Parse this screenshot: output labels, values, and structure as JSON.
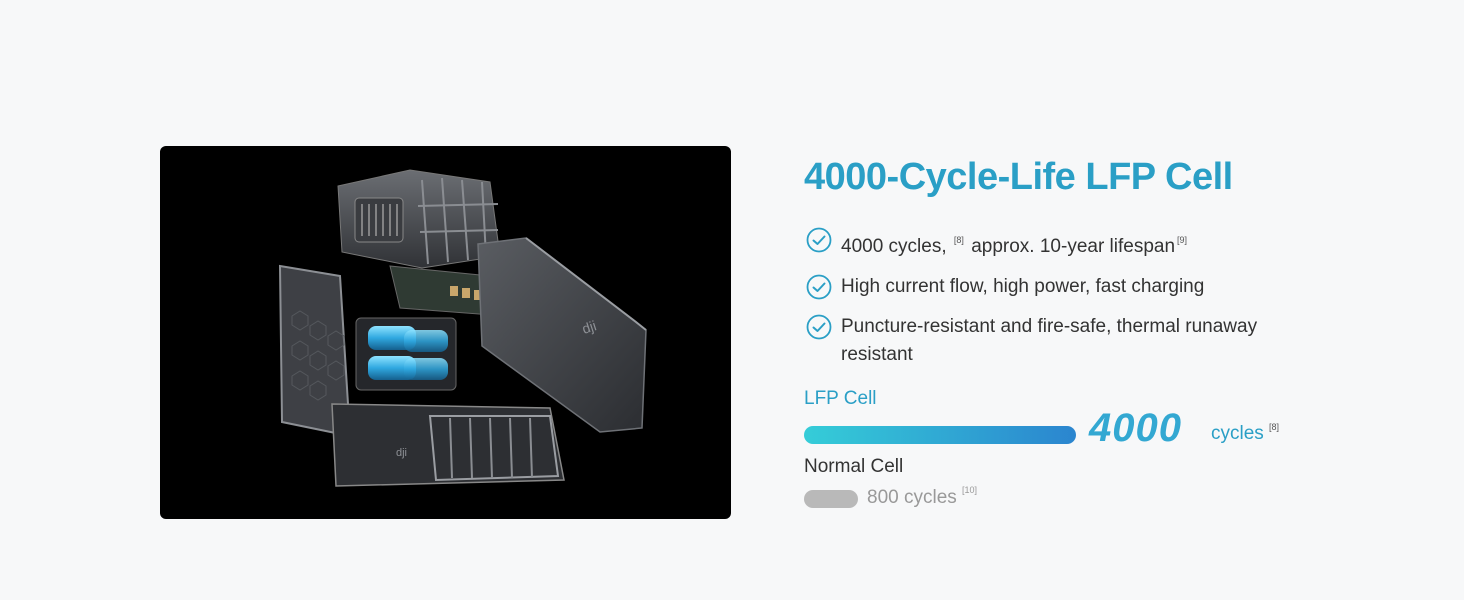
{
  "headline": "4000-Cycle-Life LFP Cell",
  "features": [
    {
      "text": "4000 cycles,",
      "ref": "[8]",
      "text2": "approx. 10-year lifespan",
      "ref2": "[9]"
    },
    {
      "text": "High current flow, high power, fast charging"
    },
    {
      "text": "Puncture-resistant and fire-safe, thermal runaway resistant"
    }
  ],
  "comparison": {
    "lfp": {
      "label": "LFP Cell",
      "value": "4000",
      "unit": "cycles",
      "ref": "[8]",
      "cycles": 4000
    },
    "normal": {
      "label": "Normal Cell",
      "value_text": "800 cycles",
      "ref": "[10]",
      "cycles": 800
    }
  },
  "colors": {
    "accent": "#2a9fc6",
    "bar_start": "#35cdd8",
    "bar_end": "#2b85cf",
    "normal_bar": "#b9b9b9",
    "text": "#333333",
    "muted": "#999999",
    "background": "#f7f8f9"
  },
  "icons": {
    "feature_bullet": "check-circle-icon",
    "logo": "dji-logo"
  }
}
